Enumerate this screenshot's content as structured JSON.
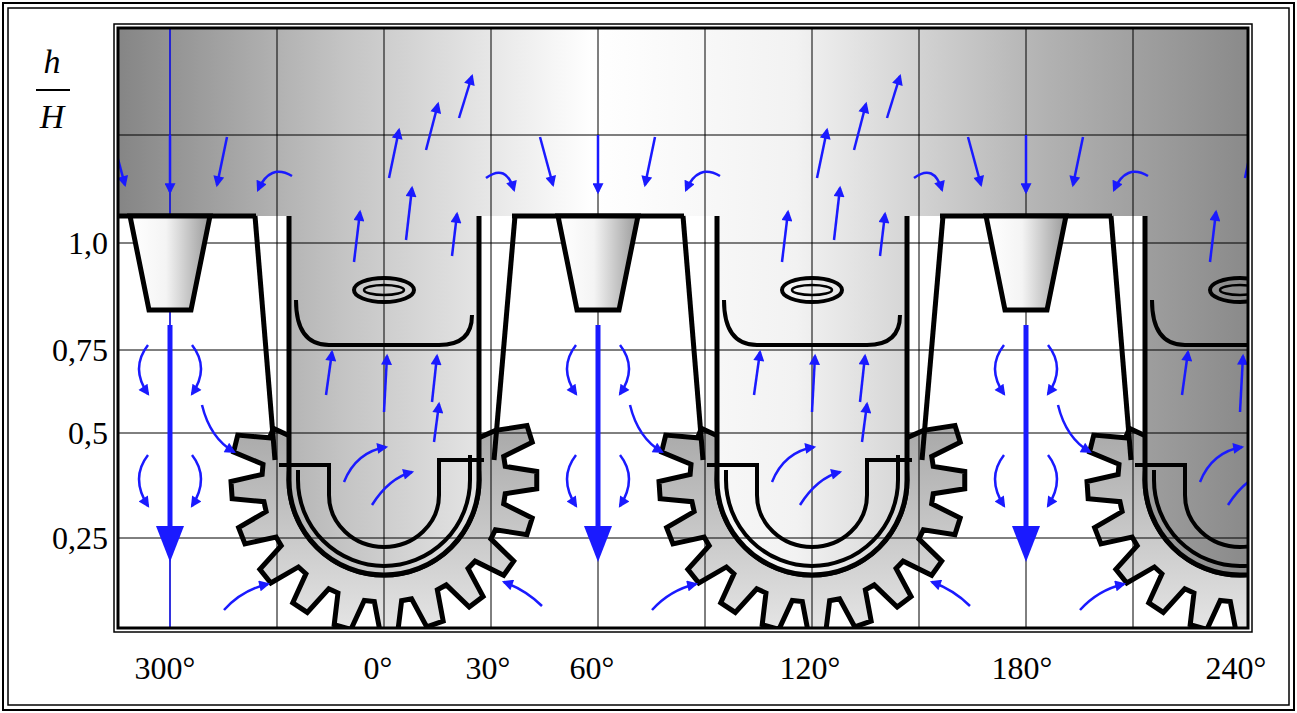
{
  "diagram": {
    "labels": [
      "h",
      "H",
      "1,0",
      "0,75",
      "0,5",
      "0,25",
      "300°",
      "0°",
      "30°",
      "60°",
      "120°",
      "180°",
      "240°"
    ]
  }
}
